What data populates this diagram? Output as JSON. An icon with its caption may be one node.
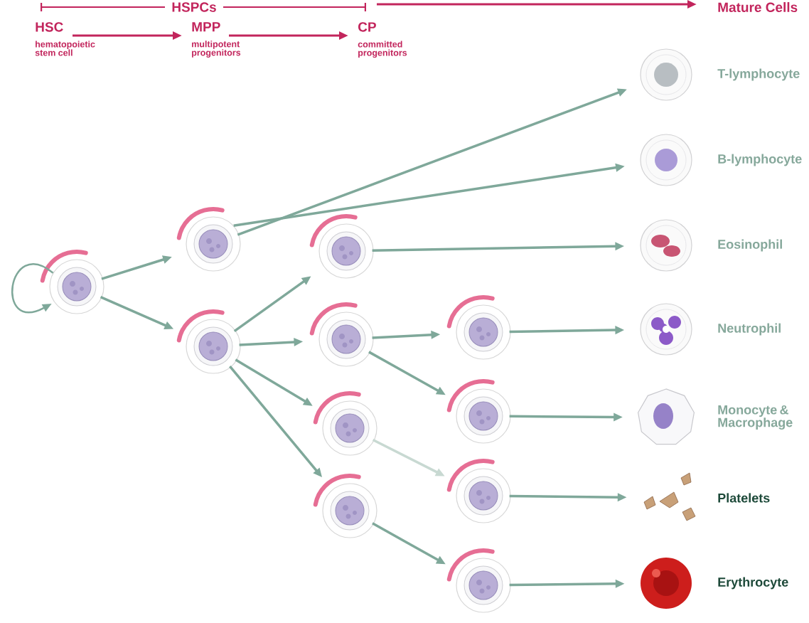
{
  "diagram": {
    "nodes": [
      {
        "text": [
          "HSC",
          "hematopoietic stem cell"
        ]
      },
      {
        "text": [
          "MPP",
          "multipotent progenitors"
        ]
      },
      {
        "text": [
          "CP",
          "committed progenitors"
        ]
      },
      {
        "text": [
          "Mature Cells"
        ]
      },
      {
        "text": [],
        "shape": "picture"
      },
      {
        "text": [],
        "shape": "picture"
      },
      {
        "text": [],
        "shape": "picture"
      },
      {
        "text": [],
        "shape": "picture"
      },
      {
        "text": [],
        "shape": "picture"
      },
      {
        "text": [],
        "shape": "picture"
      },
      {
        "text": [],
        "shape": "picture"
      },
      {
        "text": [],
        "shape": "picture"
      },
      {
        "text": [],
        "shape": "picture"
      },
      {
        "text": [],
        "shape": "picture"
      },
      {
        "text": [],
        "shape": "picture"
      },
      {
        "text": [],
        "shape": "picture",
        "beside": [
          "T-lymphocyte"
        ]
      },
      {
        "text": [],
        "shape": "picture",
        "beside": [
          "B-lymphocyte"
        ]
      },
      {
        "text": [],
        "shape": "picture",
        "beside": [
          "Eosinophil"
        ]
      },
      {
        "text": [],
        "shape": "picture",
        "beside": [
          "Neutrophil"
        ]
      },
      {
        "text": [],
        "shape": "picture",
        "beside": [
          "Monocyte & Macrophage"
        ]
      },
      {
        "text": [],
        "shape": "picture",
        "beside": [
          "Platelets"
        ]
      },
      {
        "text": [],
        "shape": "picture",
        "beside": [
          "Erythrocyte"
        ]
      }
    ],
    "edges": [
      {
        "from": 0,
        "to": 1,
        "arrow": "to",
        "color": "#c2255c"
      },
      {
        "from": 1,
        "to": 2,
        "arrow": "to",
        "color": "#c2255c"
      },
      {
        "from": 2,
        "to": 3,
        "arrow": "to",
        "color": "#c2255c"
      },
      {
        "from": 4,
        "to": 4,
        "arrow": "to"
      },
      {
        "from": 4,
        "to": 5,
        "arrow": "to"
      },
      {
        "from": 4,
        "to": 6,
        "arrow": "to"
      },
      {
        "from": 5,
        "to": 15,
        "arrow": "to"
      },
      {
        "from": 5,
        "to": 16,
        "arrow": "to"
      },
      {
        "from": 6,
        "to": 7,
        "arrow": "to"
      },
      {
        "from": 6,
        "to": 8,
        "arrow": "to"
      },
      {
        "from": 6,
        "to": 9,
        "arrow": "to"
      },
      {
        "from": 6,
        "to": 10,
        "arrow": "to"
      },
      {
        "from": 7,
        "to": 17,
        "arrow": "to"
      },
      {
        "from": 8,
        "to": 11,
        "arrow": "to"
      },
      {
        "from": 8,
        "to": 12,
        "arrow": "to"
      },
      {
        "from": 11,
        "to": 18,
        "arrow": "to"
      },
      {
        "from": 12,
        "to": 19,
        "arrow": "to"
      },
      {
        "from": 9,
        "to": 13,
        "arrow": "to",
        "color": "#c8d9d2"
      },
      {
        "from": 13,
        "to": 20,
        "arrow": "to"
      },
      {
        "from": 10,
        "to": 14,
        "arrow": "to"
      },
      {
        "from": 14,
        "to": 21,
        "arrow": "to"
      }
    ],
    "labels": [
      "HSPCs"
    ]
  }
}
